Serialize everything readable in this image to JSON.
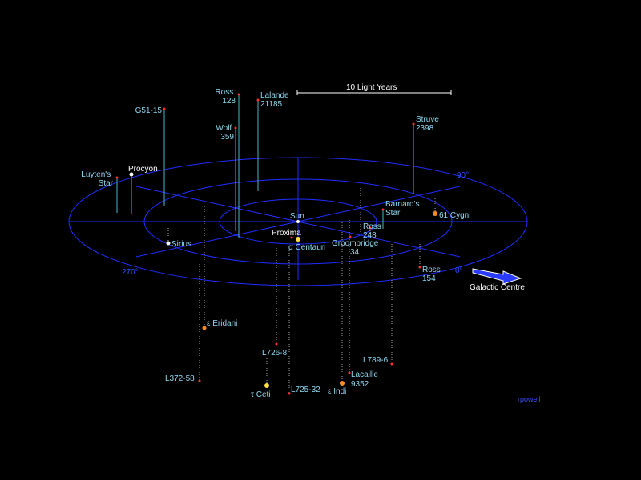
{
  "colors": {
    "background": "#000000",
    "rings": "#1f2dff",
    "stem_above": "#3fb9c6",
    "stem_below": "#aaaaaa",
    "label": "#8ed8f2",
    "arrow": "#2a3cff"
  },
  "scale_bar": {
    "label": "10 Light Years"
  },
  "degree_labels": {
    "d0": "0°",
    "d90": "90°",
    "d270": "270°"
  },
  "galactic_centre": "Galactic Centre",
  "credit": "rpowell",
  "stars": {
    "sun": "Sun",
    "proxima": "Proxima",
    "alpha_centauri": "α Centauri",
    "barnards_star": [
      "Barnard's",
      "Star"
    ],
    "wolf_359": [
      "Wolf",
      "359"
    ],
    "lalande_21185": [
      "Lalande",
      "21185"
    ],
    "sirius": "Sirius",
    "l726_8": "L726-8",
    "ross_154": [
      "Ross",
      "154"
    ],
    "ross_248": [
      "Ross",
      "248"
    ],
    "epsilon_eridani": "ε Eridani",
    "lacaille_9352": [
      "Lacaille",
      "9352"
    ],
    "ross_128": [
      "Ross",
      "128"
    ],
    "cygni_61": "61 Cygni",
    "procyon": "Procyon",
    "struve_2398": [
      "Struve",
      "2398"
    ],
    "groombridge_34": [
      "Groombridge",
      "34"
    ],
    "epsilon_indi": "ε Indi",
    "tau_ceti": "τ Ceti",
    "g51_15": "G51-15",
    "l725_32": "L725-32",
    "luytens_star": [
      "Luyten's",
      "Star"
    ],
    "l789_6": "L789-6",
    "l372_58": "L372-58"
  }
}
